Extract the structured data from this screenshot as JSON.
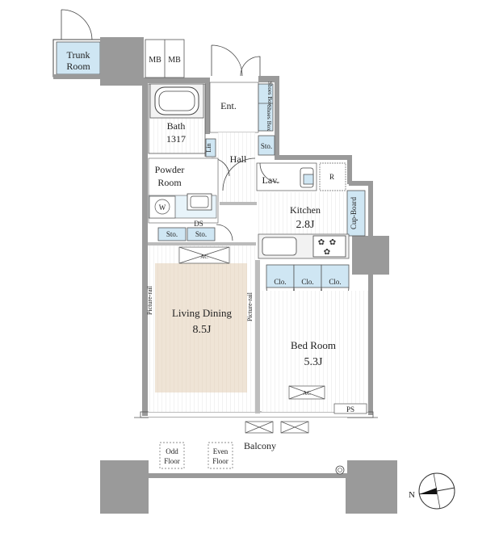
{
  "rooms": {
    "trunk_room": [
      "Trunk",
      "Room"
    ],
    "mb": [
      "MB",
      "MB"
    ],
    "entrance": "Ent.",
    "shoes_box": [
      "Shoes Box",
      "Shoes Box"
    ],
    "storage": "Sto.",
    "bath": [
      "Bath",
      "1317"
    ],
    "linen": "Lin",
    "hall": "Hall",
    "powder_room": [
      "Powder",
      "Room"
    ],
    "lavatory": "Lav.",
    "refrigerator": "R",
    "washer": "W",
    "kitchen": [
      "Kitchen",
      "2.8J"
    ],
    "cup_board": "Cup-Board",
    "dryer_space": "DS",
    "powder_storage": [
      "Sto.",
      "Sto."
    ],
    "air_conditioner": "AC",
    "closets": [
      "Clo.",
      "Clo.",
      "Clo."
    ],
    "picture_rail": "Picture-rail",
    "living_dining": [
      "Living Dining",
      "8.5J"
    ],
    "bed_room": [
      "Bed Room",
      "5.3J"
    ],
    "pipe_space": "PS",
    "balcony": "Balcony",
    "odd_floor": [
      "Odd",
      "Floor"
    ],
    "even_floor": [
      "Even",
      "Floor"
    ],
    "north": "N"
  },
  "colors": {
    "wall": "#9a9a9a",
    "fixture_blue": "#cfe6f3",
    "living_floor": "#efe4d6",
    "wood_floor_line": "#d6d6d6"
  }
}
